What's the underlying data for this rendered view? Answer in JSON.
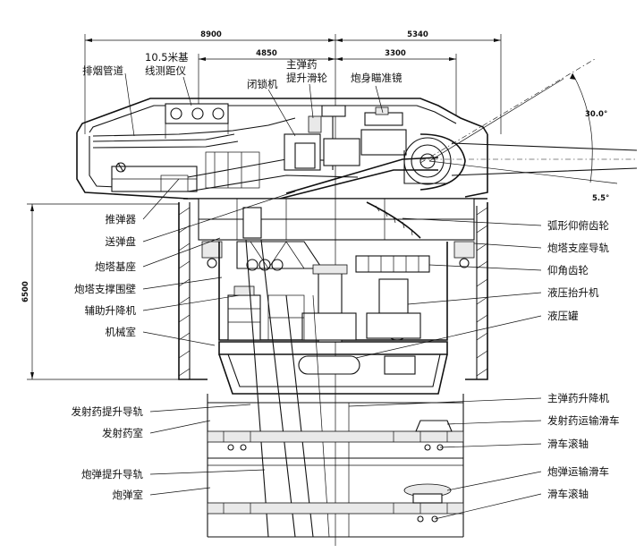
{
  "dimensions": {
    "d8900": "8900",
    "d5340": "5340",
    "d4850": "4850",
    "d3300": "3300",
    "d6500": "6500"
  },
  "angles": {
    "elev": "30.0°",
    "depr": "5.5°"
  },
  "labels_top": {
    "rangefinder_l1": "10.5米基",
    "rangefinder_l2": "线测距仪",
    "exhaust": "排烟管道",
    "breech": "闭锁机",
    "hoist_l1": "主弹药",
    "hoist_l2": "提升滑轮",
    "sight": "炮身瞄准镜"
  },
  "labels_left": {
    "rammer": "推弹器",
    "tray": "送弹盘",
    "base": "炮塔基座",
    "wall": "炮塔支撑围壁",
    "aux_lift": "辅助升降机",
    "machine_room": "机械室",
    "prop_rail": "发射药提升导轨",
    "prop_room": "发射药室",
    "shell_rail": "炮弹提升导轨",
    "shell_room": "炮弹室"
  },
  "labels_right": {
    "arc_gear": "弧形仰俯齿轮",
    "roller_rail": "炮塔支座导轨",
    "elev_gear": "仰角齿轮",
    "hyd_lift": "液压抬升机",
    "hyd_tank": "液压罐",
    "main_hoist": "主弹药升降机",
    "prop_trolley": "发射药运输滑车",
    "roller1": "滑车滚轴",
    "shell_trolley": "炮弹运输滑车",
    "roller2": "滑车滚轴"
  }
}
